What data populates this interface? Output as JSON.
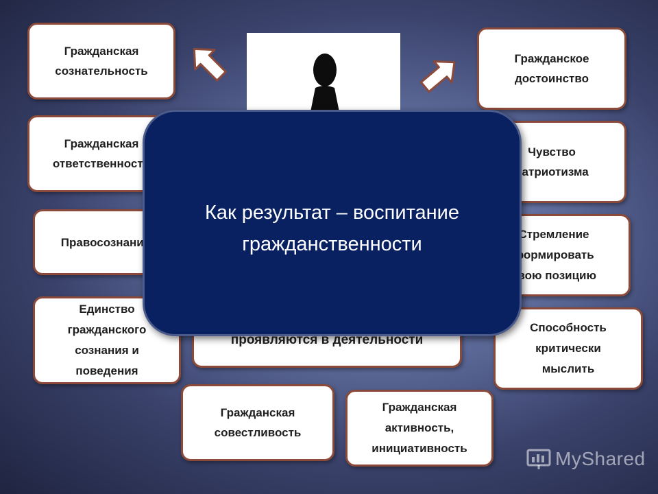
{
  "center": {
    "text": "Как результат – воспитание\nгражданственности"
  },
  "left_boxes": [
    "Гражданская\nсознательность",
    "Гражданская\nответственность",
    "Правосознание",
    "Единство\nгражданского\nсознания и\nповедения"
  ],
  "right_boxes": [
    "Гражданское\nдостоинство",
    "Чувство\nпатриотизма",
    "Стремление\nформировать\nсвою позицию",
    "Способность\nкритически\nмыслить"
  ],
  "bottom": {
    "activity": "проявляются в деятельности",
    "box_conscience": "Гражданская\nсовестливость",
    "box_activity": "Гражданская\nактивность,\nинициативность"
  },
  "watermark": {
    "text": "MyShared",
    "icon": "presentation-board-icon"
  },
  "colors": {
    "panel": "#0a2161",
    "box_border": "#8b4a3a"
  }
}
